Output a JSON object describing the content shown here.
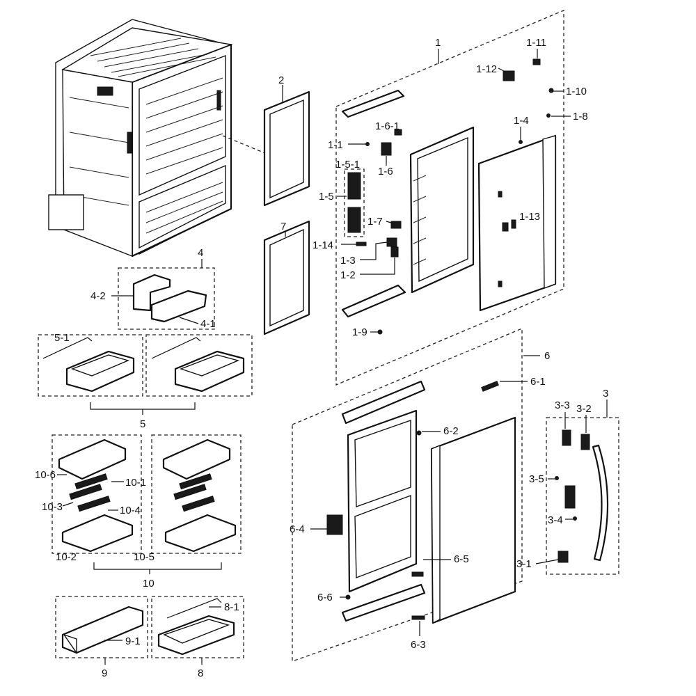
{
  "callouts": {
    "c1": "1",
    "c1_1": "1-1",
    "c1_2": "1-2",
    "c1_3": "1-3",
    "c1_4": "1-4",
    "c1_5": "1-5",
    "c1_5_1": "1-5-1",
    "c1_6": "1-6",
    "c1_6_1": "1-6-1",
    "c1_7": "1-7",
    "c1_8": "1-8",
    "c1_9": "1-9",
    "c1_10": "1-10",
    "c1_11": "1-11",
    "c1_12": "1-12",
    "c1_13": "1-13",
    "c1_14": "1-14",
    "c2": "2",
    "c3": "3",
    "c3_1": "3-1",
    "c3_2": "3-2",
    "c3_3": "3-3",
    "c3_4": "3-4",
    "c3_5": "3-5",
    "c4": "4",
    "c4_1": "4-1",
    "c4_2": "4-2",
    "c5": "5",
    "c5_1": "5-1",
    "c6": "6",
    "c6_1": "6-1",
    "c6_2": "6-2",
    "c6_3": "6-3",
    "c6_4": "6-4",
    "c6_5": "6-5",
    "c6_6": "6-6",
    "c7": "7",
    "c8": "8",
    "c8_1": "8-1",
    "c9": "9",
    "c9_1": "9-1",
    "c10": "10",
    "c10_1": "10-1",
    "c10_2": "10-2",
    "c10_3": "10-3",
    "c10_4": "10-4",
    "c10_5": "10-5",
    "c10_6": "10-6"
  },
  "icons": {
    "cabinet": "refrigerator-cabinet-icon",
    "door": "door-panel-icon",
    "gasket": "door-gasket-icon",
    "handle": "door-handle-icon",
    "bin": "storage-bin-icon",
    "drawer": "drawer-icon"
  }
}
